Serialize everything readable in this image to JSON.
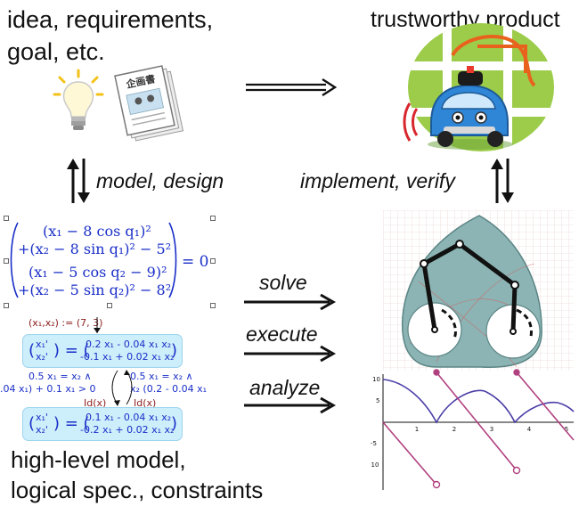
{
  "corners": {
    "top_left_line1": "idea, requirements,",
    "top_left_line2": "goal, etc.",
    "top_right": "trustworthy product",
    "bottom_left_line1": "high-level model,",
    "bottom_left_line2": "logical spec., constraints"
  },
  "icons": {
    "doc_title": "企画書"
  },
  "labels": {
    "left_arrow": "model, design",
    "right_arrow": "implement, verify",
    "solve": "solve",
    "execute": "execute",
    "analyze": "analyze"
  },
  "equation": {
    "row1": "(x₁ − 8 cos q₁)²",
    "row2": "+(x₂ − 8 sin q₁)² − 5²",
    "row3": "(x₁ − 5 cos q₂ − 9)²",
    "row4": "+(x₂ − 5 sin q₂)² − 8²",
    "rhs": "= 0"
  },
  "hybrid": {
    "init": "(x₁,x₂) := (7, 3)",
    "mode1_lhs_top": "x₁'",
    "mode1_lhs_bot": "x₂'",
    "mode1_rhs_top": "0.2 x₁ - 0.04 x₁ x₂",
    "mode1_rhs_bot": "-0.1 x₁ + 0.02 x₁ x₂",
    "guard_left_1": "0.5 x₁ = x₂ ∧",
    "guard_left_2": ".04 x₁) + 0.1 x₁ > 0",
    "guard_right_1": "0.5 x₁ = x₂ ∧",
    "guard_right_2": "x₂ (0.2 - 0.04 x₁",
    "reset_left": "Id(x)",
    "reset_right": "Id(x)",
    "mode2_lhs_top": "x₁'",
    "mode2_lhs_bot": "x₂'",
    "mode2_rhs_top": "0.1 x₁ - 0.04 x₁ x₂",
    "mode2_rhs_bot": "-0.2 x₁ + 0.02 x₁ x₂"
  },
  "plot": {
    "x_ticks": [
      "1",
      "2",
      "3",
      "4",
      "5"
    ],
    "y_ticks": [
      "10",
      "5",
      "-5",
      "-10"
    ]
  },
  "colors": {
    "math_blue": "#1a2fc8",
    "box_fill": "#cdeefb",
    "plot_blue": "#4b3fa8",
    "plot_magenta": "#b0417f",
    "map_green": "#9ccc4a",
    "road_orange": "#e8621e",
    "car_blue": "#2f86d6"
  }
}
